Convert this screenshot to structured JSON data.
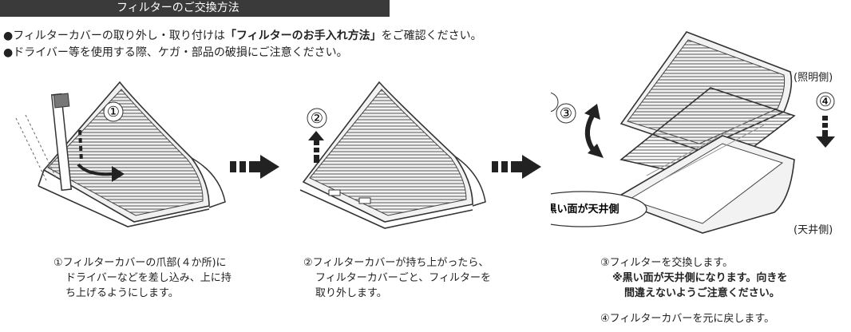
{
  "header": {
    "title": "フィルターのご交換方法"
  },
  "notes": {
    "note1_pre": "●フィルターカバーの取り外し・取り付けは",
    "note1_bold": "「フィルターのお手入れ方法」",
    "note1_post": "をご確認ください。",
    "note2": "●ドライバー等を使用する際、ケガ・部品の破損にご注意ください。"
  },
  "labels": {
    "light_side": "(照明側)",
    "ceiling_side": "(天井側)",
    "black_side_bubble": "黒い面が天井側"
  },
  "steps": {
    "s1": "①",
    "s2": "②",
    "s3": "③",
    "s4": "④"
  },
  "captions": {
    "c1_line1": "①フィルターカバーの爪部(４か所)に",
    "c1_line2": "ドライバーなどを差し込み、上に持",
    "c1_line3": "ち上げるようにします。",
    "c2_line1": "②フィルターカバーが持ち上がったら、",
    "c2_line2": "フィルターカバーごと、フィルターを",
    "c2_line3": "取り外します。",
    "c3_line1": "③フィルターを交換します。",
    "c3_line2": "※黒い面が天井側になります。向きを",
    "c3_line3": "間違えないようご注意ください。",
    "c4_line1": "④フィルターカバーを元に戻します。"
  }
}
